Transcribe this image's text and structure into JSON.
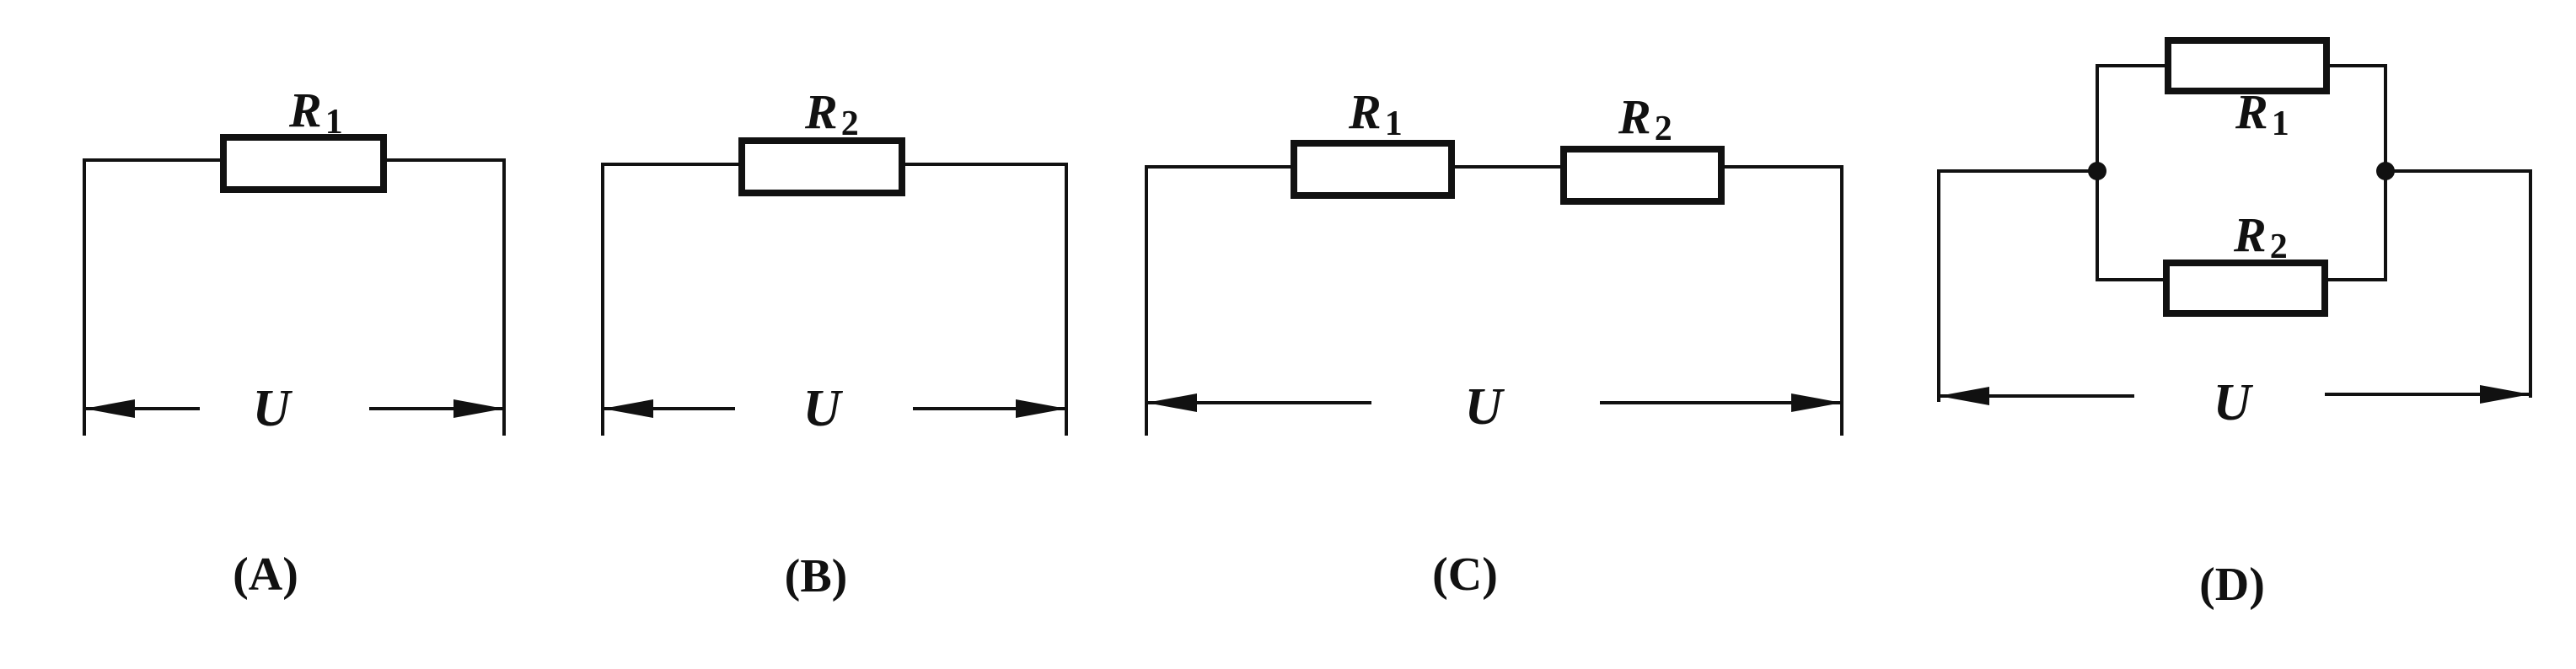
{
  "resistor_1": {
    "symbol": "R",
    "subscript": "1"
  },
  "resistor_2": {
    "symbol": "R",
    "subscript": "2"
  },
  "voltage_symbol": "U",
  "circuits": [
    {
      "id": "A",
      "caption": "(A)",
      "configuration": "single R1"
    },
    {
      "id": "B",
      "caption": "(B)",
      "configuration": "single R2"
    },
    {
      "id": "C",
      "caption": "(C)",
      "configuration": "series R1 R2"
    },
    {
      "id": "D",
      "caption": "(D)",
      "configuration": "parallel R1 R2"
    }
  ]
}
